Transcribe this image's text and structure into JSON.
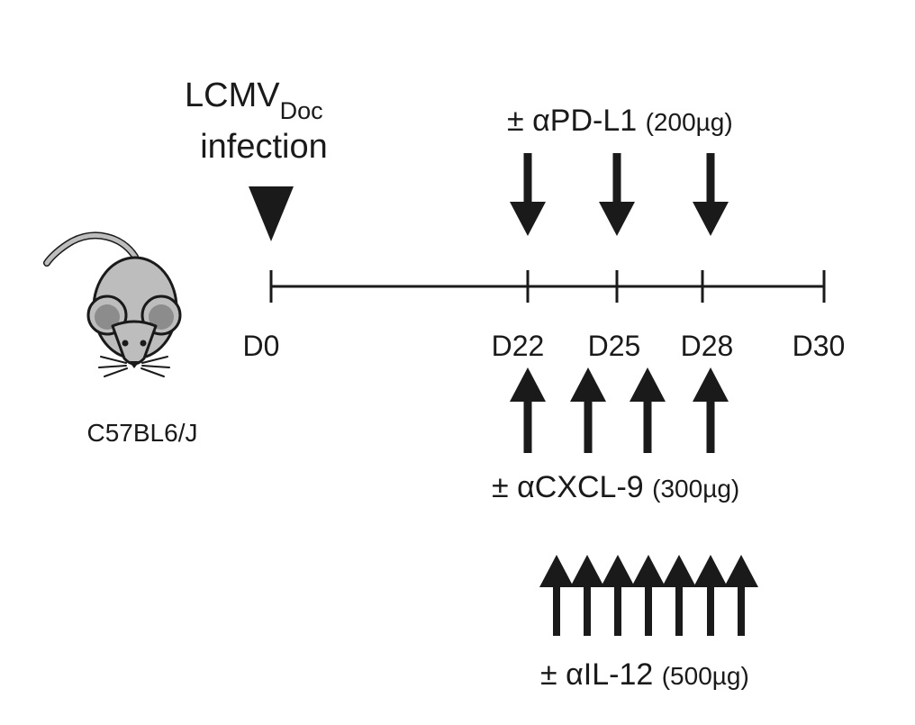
{
  "mouse": {
    "strain": "C57BL6/J"
  },
  "infection": {
    "label_main": "LCMV",
    "label_sub": "Doc",
    "label_line2": "infection"
  },
  "timeline": {
    "days": [
      {
        "label": "D0",
        "day": 0
      },
      {
        "label": "D22",
        "day": 22
      },
      {
        "label": "D25",
        "day": 25
      },
      {
        "label": "D28",
        "day": 28
      },
      {
        "label": "D30",
        "day": 30
      }
    ]
  },
  "treatments": {
    "pdl1": {
      "label": "± αPD-L1",
      "dose": "(200µg)",
      "arrow_count": 3
    },
    "cxcl9": {
      "label": "± αCXCL-9",
      "dose": "(300µg)",
      "arrow_count": 4
    },
    "il12": {
      "label": "± αIL-12",
      "dose": "(500µg)",
      "arrow_count": 7
    }
  },
  "colors": {
    "ink": "#1a1a1a",
    "mouse_body": "#bdbdbd",
    "mouse_ear": "#8c8c8c"
  }
}
